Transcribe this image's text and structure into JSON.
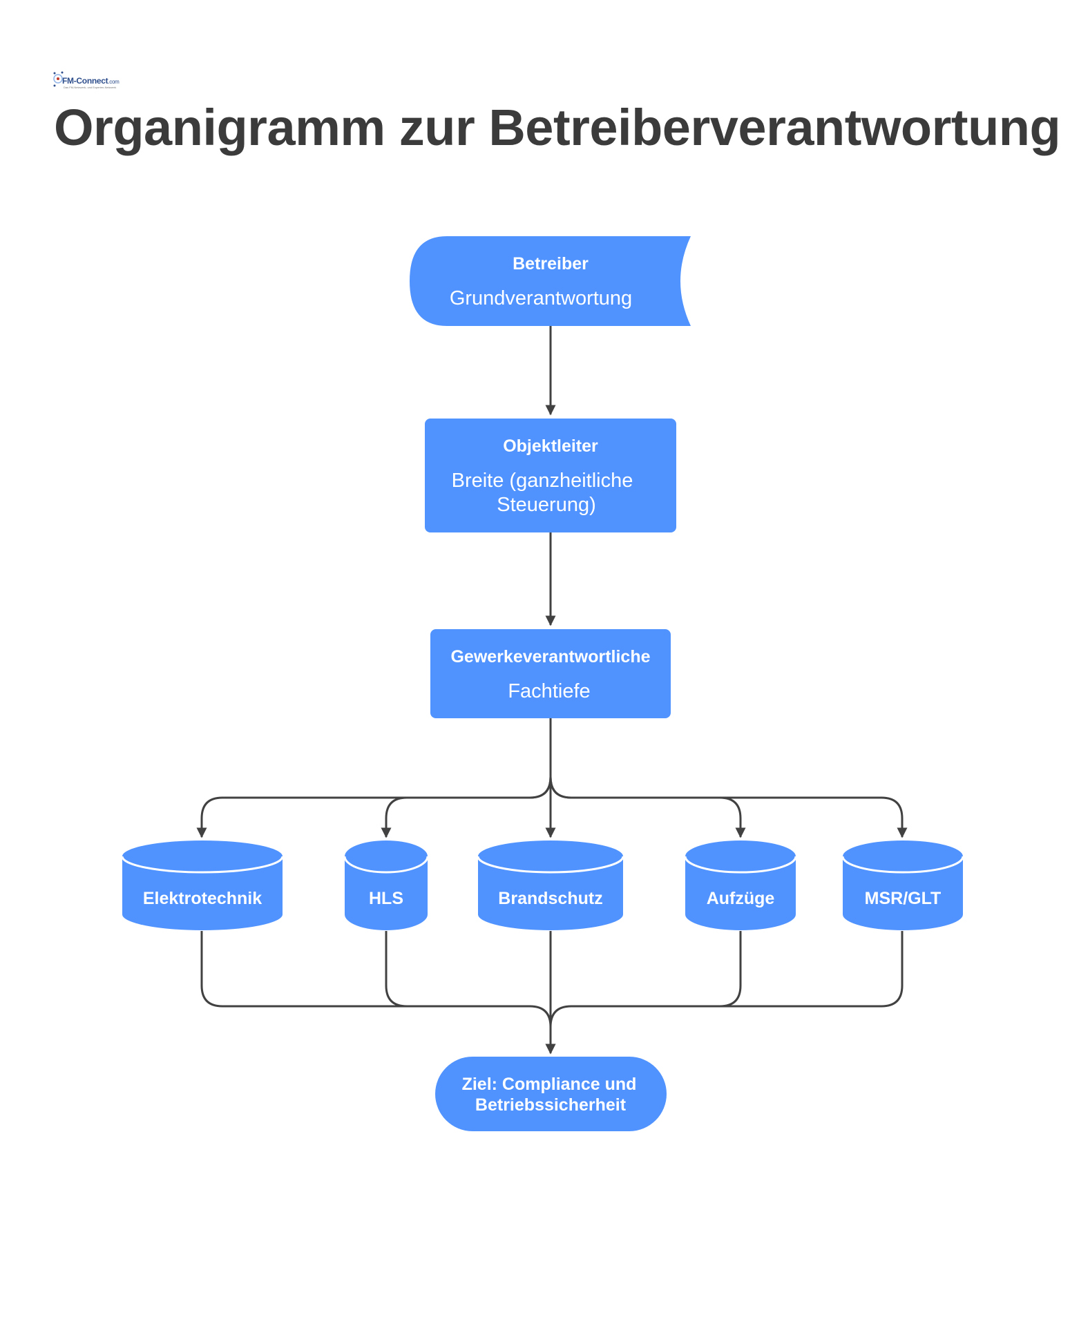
{
  "logo": {
    "name": "FM-Connect",
    "suffix": ".com",
    "tagline": "Das FM-Netzwerk- und Experten-Netzwerk"
  },
  "title": "Organigramm zur Betreiberverantwortung",
  "nodes": {
    "betreiber": {
      "title": "Betreiber",
      "subtitle": "Grundverantwortung"
    },
    "objektleiter": {
      "title": "Objektleiter",
      "subtitle_line1": "Breite (ganzheitliche",
      "subtitle_line2": "Steuerung)"
    },
    "gewerke": {
      "title": "Gewerkeverantwortliche",
      "subtitle": "Fachtiefe"
    },
    "trades": [
      "Elektrotechnik",
      "HLS",
      "Brandschutz",
      "Aufzüge",
      "MSR/GLT"
    ],
    "ziel": {
      "line1": "Ziel: Compliance und",
      "line2": "Betriebssicherheit"
    }
  },
  "colors": {
    "node_fill": "#5093ff",
    "edge": "#414141",
    "title_text": "#3b3b3b",
    "node_text": "#ffffff"
  }
}
